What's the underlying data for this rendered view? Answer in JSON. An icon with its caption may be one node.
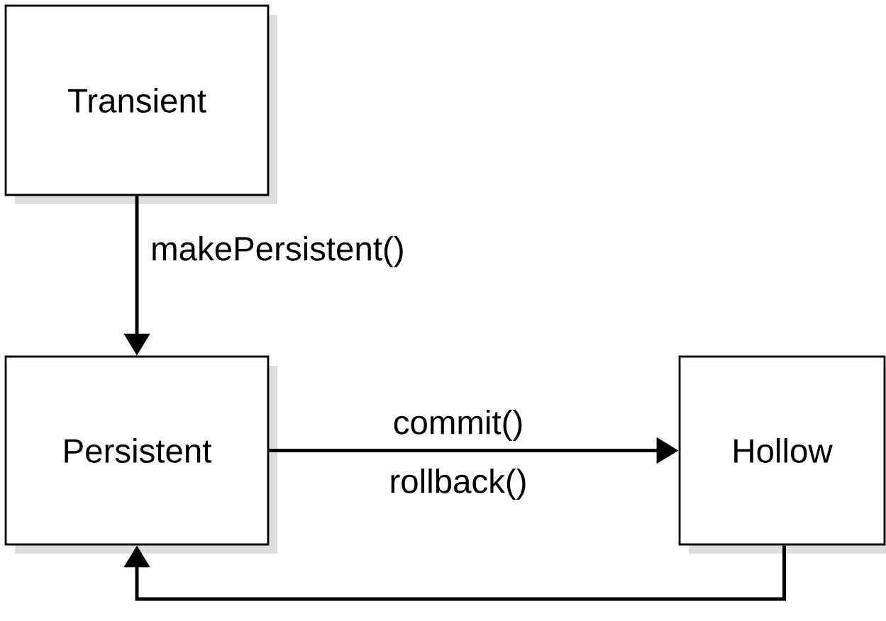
{
  "diagram": {
    "nodes": [
      {
        "text": [
          "Transient"
        ]
      },
      {
        "text": [
          "Persistent"
        ]
      },
      {
        "text": [
          "Hollow"
        ]
      }
    ],
    "edges": [
      {
        "from": 0,
        "to": 1,
        "arrow": "to",
        "label": "makePersistent()"
      },
      {
        "from": 1,
        "to": 2,
        "arrow": "to",
        "label": "commit()"
      },
      {
        "from": 2,
        "to": 1,
        "arrow": "to"
      }
    ],
    "labels": [
      "rollback()"
    ]
  }
}
